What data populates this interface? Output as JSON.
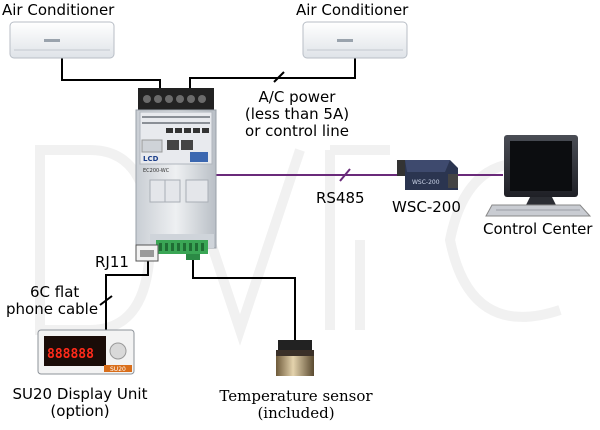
{
  "labels": {
    "ac_left": "Air Conditioner",
    "ac_right": "Air Conditioner",
    "ac_power_1": "A/C power",
    "ac_power_2": "(less than 5A)",
    "ac_power_3": "or control line",
    "rs485": "RS485",
    "wsc200": "WSC-200",
    "control_center": "Control Center",
    "rj11": "RJ11",
    "cable_1": "6C flat",
    "cable_2": "phone cable",
    "su20_1": "SU20 Display Unit",
    "su20_2": "(option)",
    "temp_1": "Temperature sensor",
    "temp_2": "(included)"
  },
  "device_text": {
    "controller_model": "EC200-WC",
    "controller_brand": "LCD",
    "display_digits": "888888",
    "display_model": "SU20",
    "converter_model": "WSC-200"
  },
  "colors": {
    "wire": "#000000",
    "rs485_line": "#6a2a7a",
    "controller_body": "#d8dde2",
    "terminal_green": "#3aa655",
    "led_red": "#ff2a1a"
  }
}
